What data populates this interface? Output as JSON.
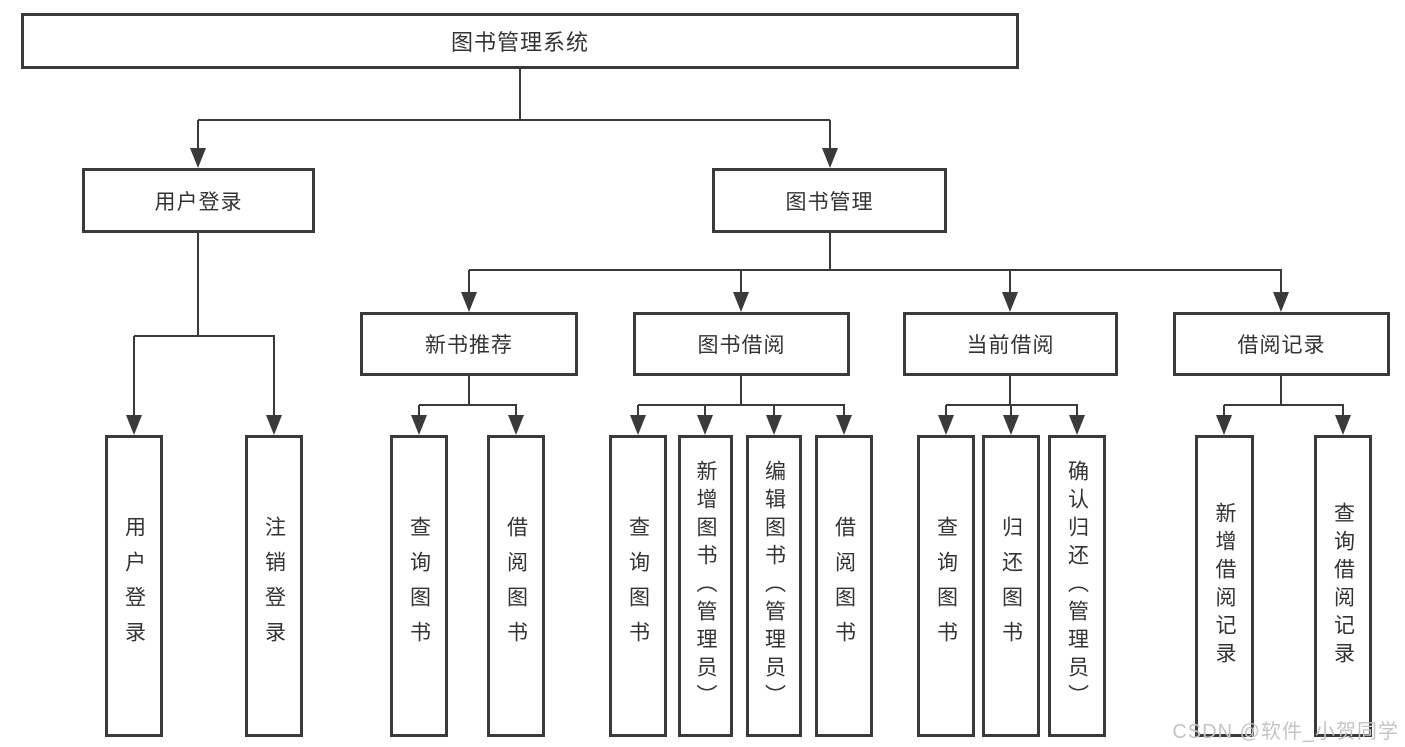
{
  "diagram": {
    "type": "hierarchy-flowchart",
    "title": "图书管理系统",
    "colors": {
      "line": "#3a3a3a",
      "box_border": "#3a3a3a",
      "text": "#333333",
      "background": "#ffffff",
      "watermark_text": "#c4c4c4"
    },
    "nodes": {
      "root": {
        "label": "图书管理系统"
      },
      "user_login": {
        "label": "用户登录"
      },
      "book_mgmt": {
        "label": "图书管理"
      },
      "new_book_rec": {
        "label": "新书推荐"
      },
      "book_borrow": {
        "label": "图书借阅"
      },
      "current_borrow": {
        "label": "当前借阅"
      },
      "borrow_records": {
        "label": "借阅记录"
      },
      "leaf_user_login": {
        "label": "用户登录"
      },
      "leaf_logout": {
        "label": "注销登录"
      },
      "leaf_query_book_1": {
        "label": "查询图书"
      },
      "leaf_borrow_book_1": {
        "label": "借阅图书"
      },
      "leaf_query_book_2": {
        "label": "查询图书"
      },
      "leaf_add_book": {
        "label": "新增图书（管理员）"
      },
      "leaf_edit_book": {
        "label": "编辑图书（管理员）"
      },
      "leaf_borrow_book_2": {
        "label": "借阅图书"
      },
      "leaf_query_book_3": {
        "label": "查询图书"
      },
      "leaf_return_book": {
        "label": "归还图书"
      },
      "leaf_confirm_return": {
        "label": "确认归还（管理员）"
      },
      "leaf_add_record": {
        "label": "新增借阅记录"
      },
      "leaf_query_record": {
        "label": "查询借阅记录"
      }
    },
    "hierarchy": {
      "图书管理系统": [
        "用户登录",
        "图书管理"
      ],
      "用户登录": [
        "用户登录",
        "注销登录"
      ],
      "图书管理": [
        "新书推荐",
        "图书借阅",
        "当前借阅",
        "借阅记录"
      ],
      "新书推荐": [
        "查询图书",
        "借阅图书"
      ],
      "图书借阅": [
        "查询图书",
        "新增图书（管理员）",
        "编辑图书（管理员）",
        "借阅图书"
      ],
      "当前借阅": [
        "查询图书",
        "归还图书",
        "确认归还（管理员）"
      ],
      "借阅记录": [
        "新增借阅记录",
        "查询借阅记录"
      ]
    },
    "watermark": "CSDN @软件_小贺同学"
  }
}
